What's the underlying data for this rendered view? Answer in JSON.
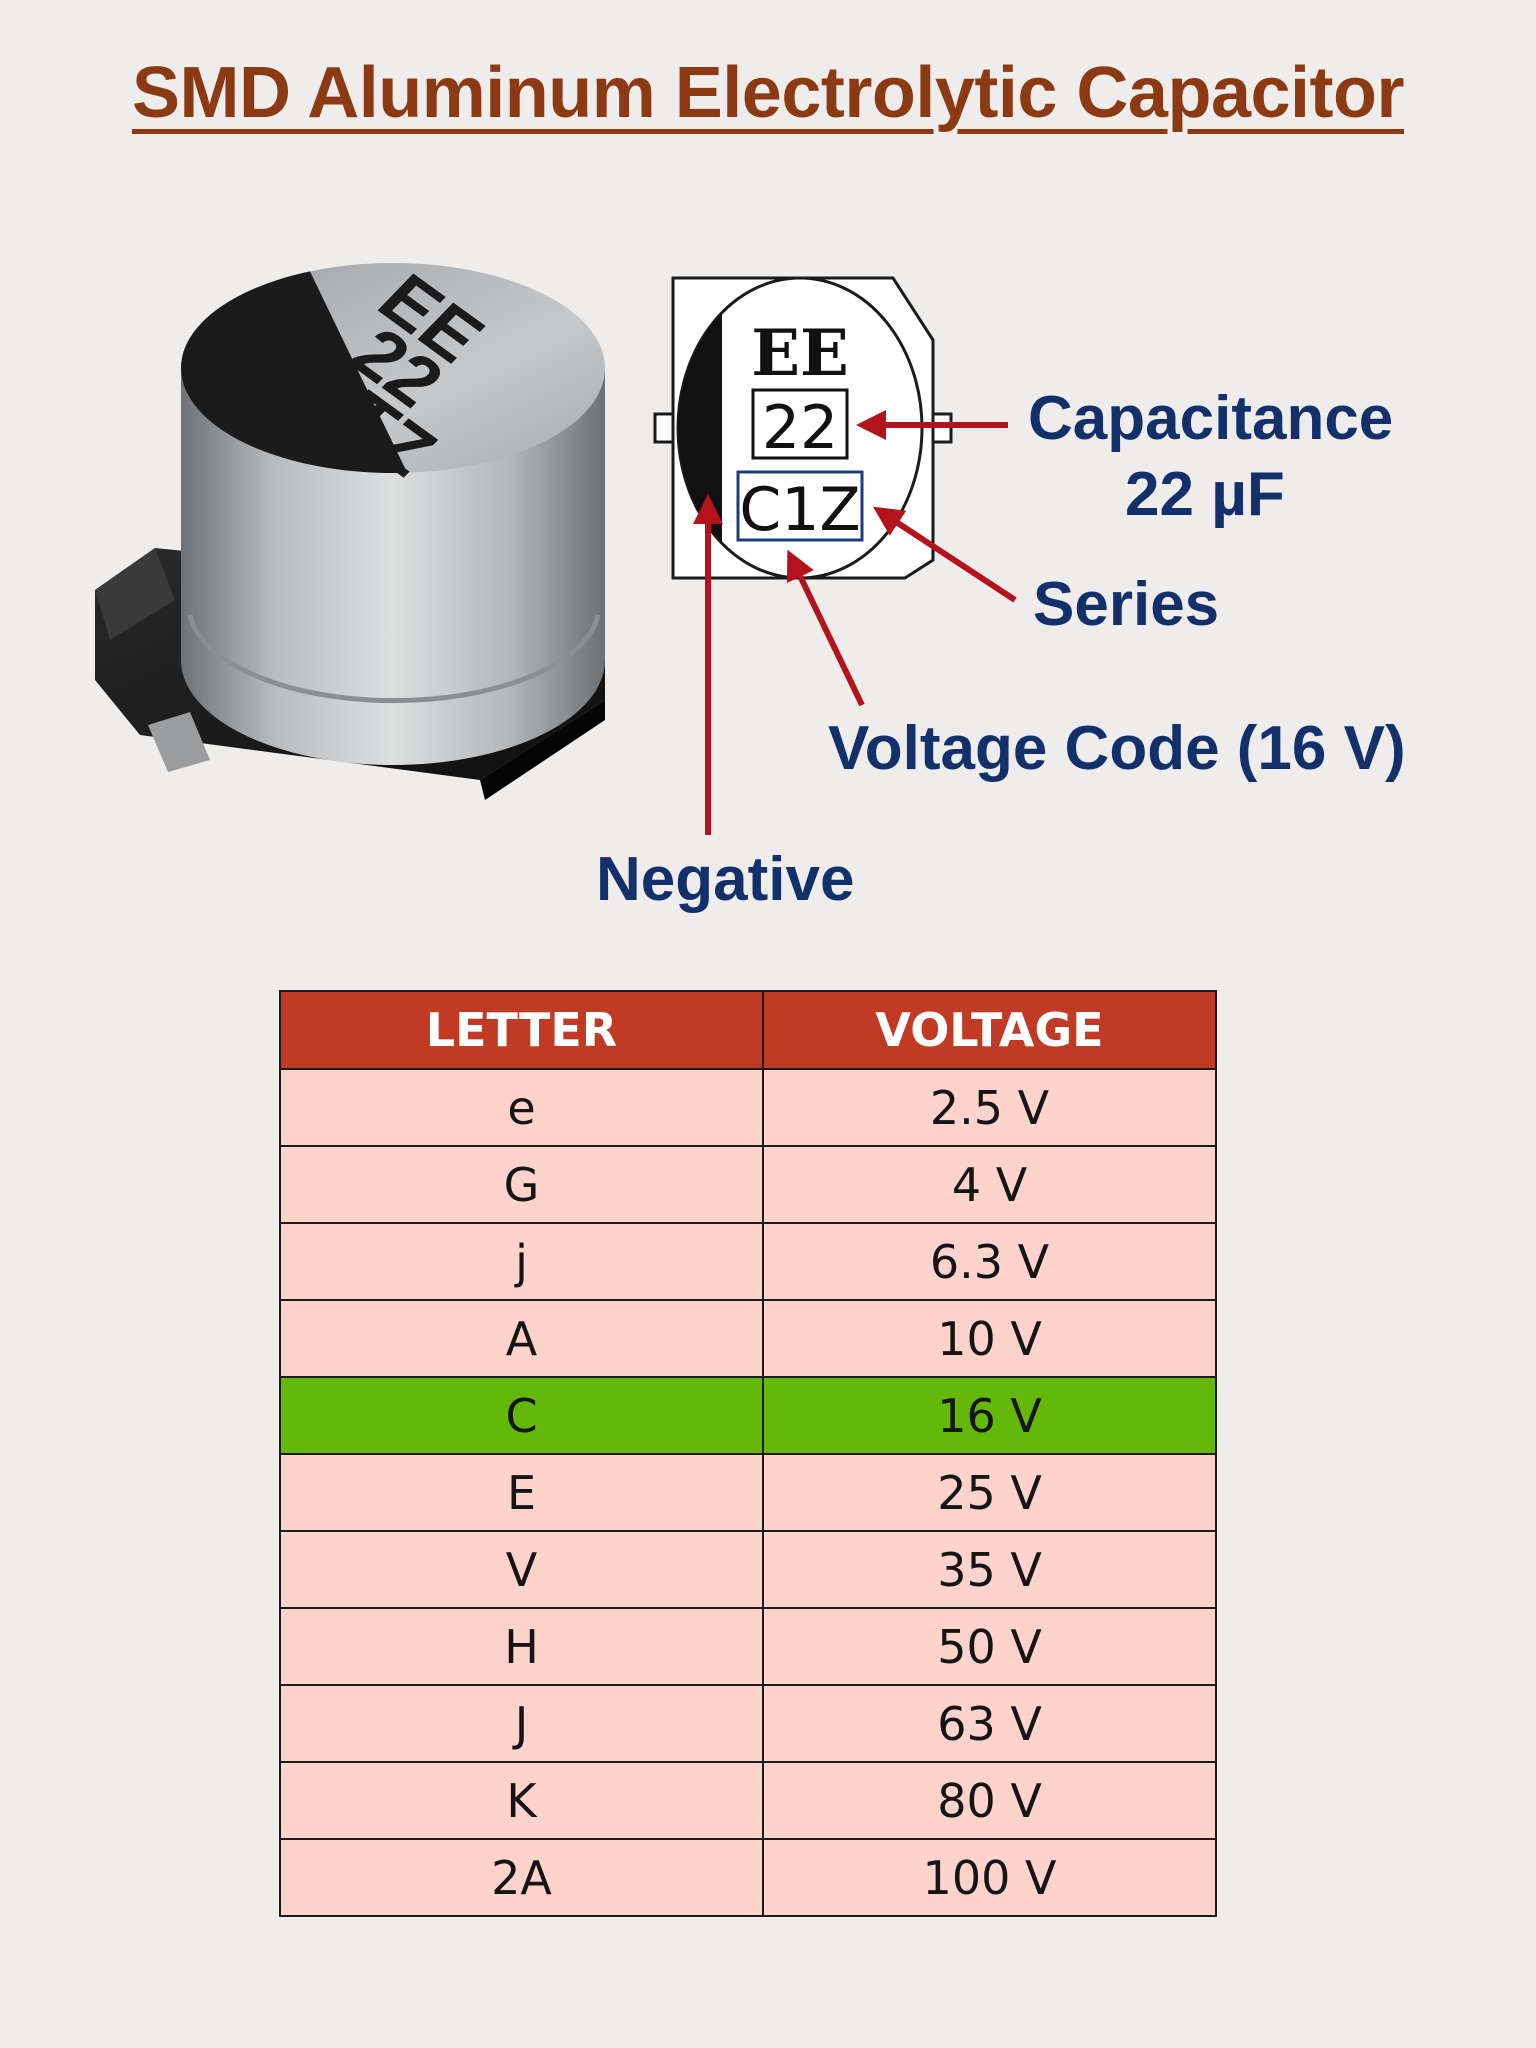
{
  "title": "SMD Aluminum Electrolytic Capacitor",
  "photo": {
    "marking_line1": "EE",
    "marking_line2": "22",
    "marking_line3": "CTZ"
  },
  "diagram": {
    "marking_line1": "EE",
    "marking_line2": "22",
    "marking_line3": "C1Z"
  },
  "callouts": {
    "capacitance_line1": "Capacitance",
    "capacitance_line2": "22 µF",
    "series": "Series",
    "voltage_code": "Voltage Code (16 V)",
    "negative": "Negative"
  },
  "colors": {
    "title": "#8b3a13",
    "callout_text": "#14306b",
    "arrow": "#b4121c",
    "table_header": "#c03a24",
    "table_row": "#fdd3cb",
    "table_highlight": "#64b80a"
  },
  "table": {
    "headers": [
      "LETTER",
      "VOLTAGE"
    ],
    "highlight_letter": "C",
    "rows": [
      {
        "letter": "e",
        "voltage": "2.5 V"
      },
      {
        "letter": "G",
        "voltage": "4 V"
      },
      {
        "letter": "j",
        "voltage": "6.3 V"
      },
      {
        "letter": "A",
        "voltage": "10 V"
      },
      {
        "letter": "C",
        "voltage": "16 V"
      },
      {
        "letter": "E",
        "voltage": "25 V"
      },
      {
        "letter": "V",
        "voltage": "35 V"
      },
      {
        "letter": "H",
        "voltage": "50 V"
      },
      {
        "letter": "J",
        "voltage": "63 V"
      },
      {
        "letter": "K",
        "voltage": "80 V"
      },
      {
        "letter": "2A",
        "voltage": "100 V"
      }
    ]
  }
}
